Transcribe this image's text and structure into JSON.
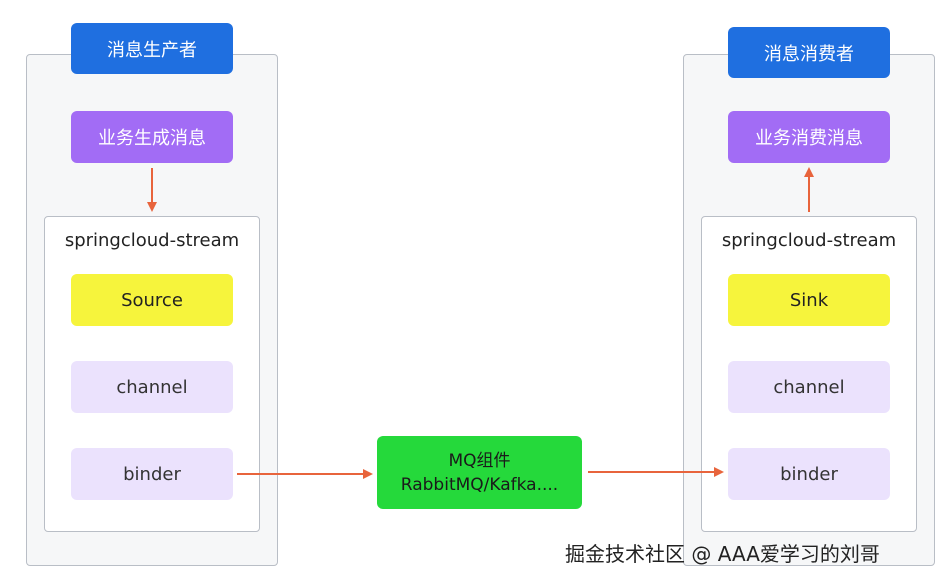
{
  "producer": {
    "title": "消息生产者",
    "business": "业务生成消息",
    "stream_label": "springcloud-stream",
    "source": "Source",
    "channel": "channel",
    "binder": "binder"
  },
  "mq": {
    "line1": "MQ组件",
    "line2": "RabbitMQ/Kafka...."
  },
  "consumer": {
    "title": "消息消费者",
    "business": "业务消费消息",
    "stream_label": "springcloud-stream",
    "sink": "Sink",
    "channel": "channel",
    "binder": "binder"
  },
  "footer": {
    "credit": "掘金技术社区 @ AAA爱学习的刘哥"
  },
  "colors": {
    "arrow": "#e8643c",
    "blue": "#1f6fe0",
    "purple": "#a26cf5",
    "yellow": "#f6f43c",
    "lavender": "#ebe2fd",
    "green": "#25d93b"
  }
}
